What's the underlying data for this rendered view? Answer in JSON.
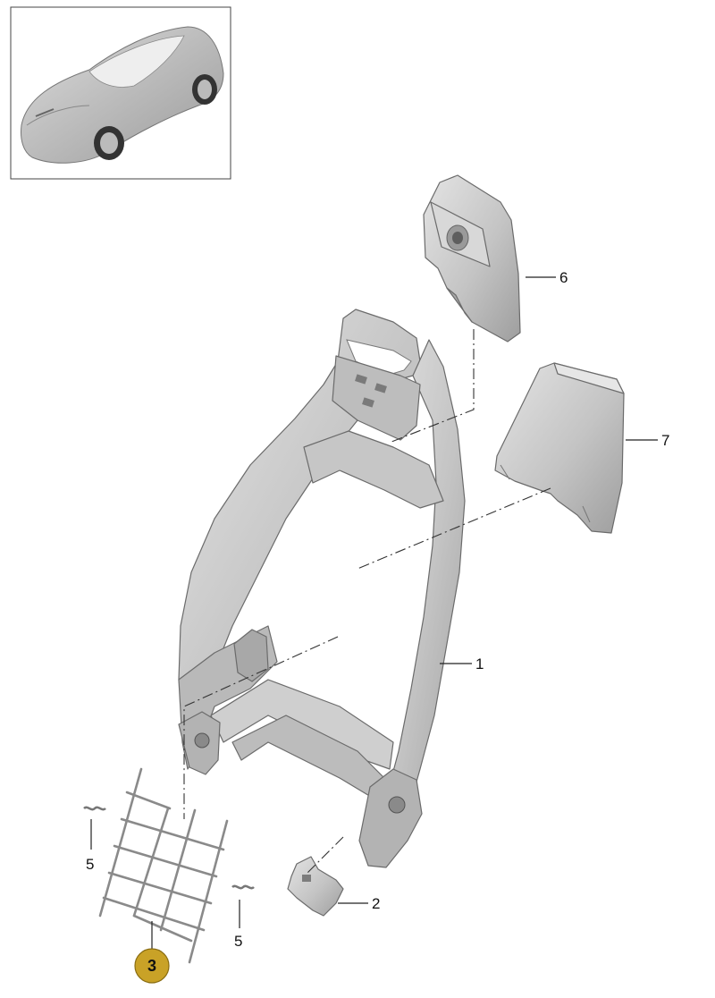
{
  "callouts": [
    {
      "id": "1",
      "label": "1"
    },
    {
      "id": "2",
      "label": "2"
    },
    {
      "id": "3",
      "label": "3"
    },
    {
      "id": "5a",
      "label": "5"
    },
    {
      "id": "5b",
      "label": "5"
    },
    {
      "id": "6",
      "label": "6"
    },
    {
      "id": "7",
      "label": "7"
    }
  ],
  "colors": {
    "part_fill": "#c9c9c9",
    "part_shadow": "#a7a7a7",
    "badge_fill": "#c9a227",
    "badge_stroke": "#8a6d12"
  }
}
